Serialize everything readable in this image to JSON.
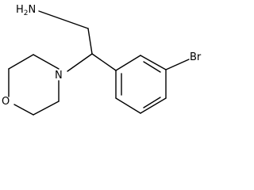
{
  "molecule": {
    "atoms": {
      "amine": {
        "symbol": "H",
        "subscript": "2",
        "element": "N"
      },
      "morpholine_nitrogen": {
        "symbol": "N"
      },
      "morpholine_oxygen": {
        "symbol": "O"
      },
      "bromine": {
        "symbol": "Br"
      }
    }
  }
}
